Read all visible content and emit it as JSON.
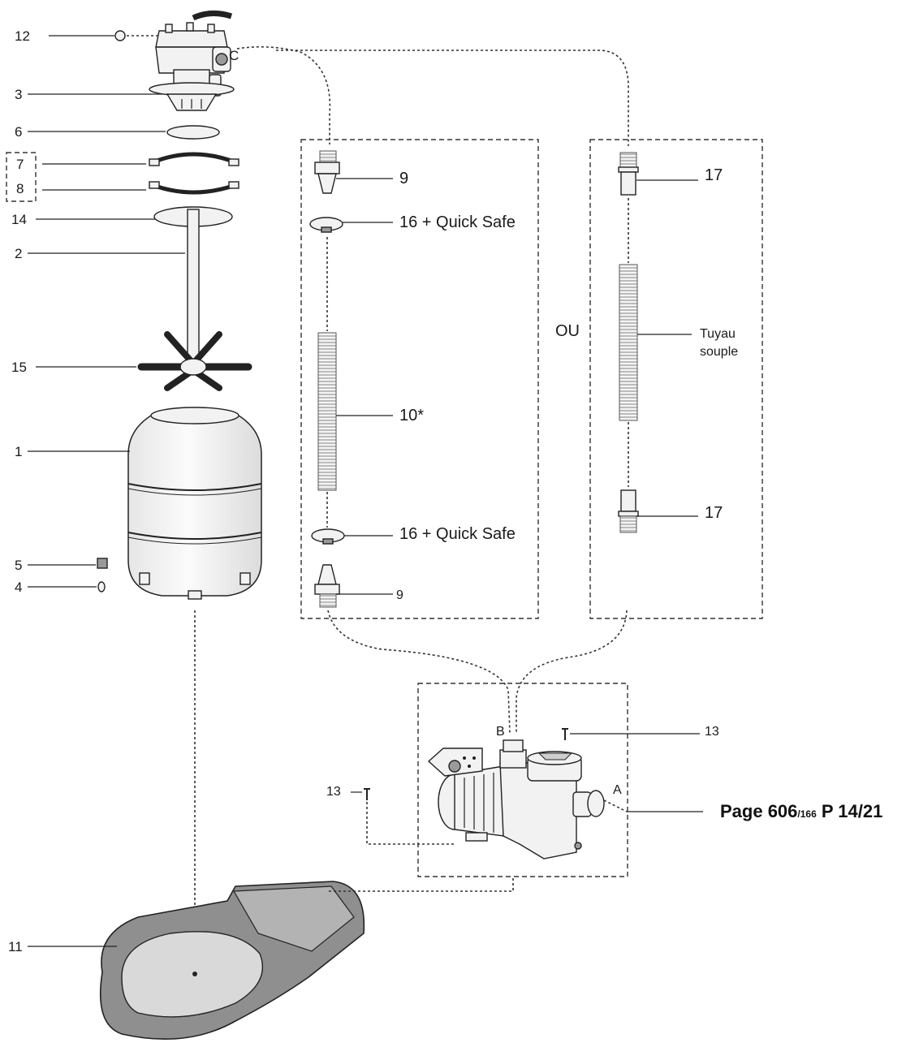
{
  "labels": {
    "l12": "12",
    "lC": "C",
    "l3": "3",
    "l6": "6",
    "l7": "7",
    "l8": "8",
    "l14": "14",
    "l2": "2",
    "l15": "15",
    "l1": "1",
    "l5": "5",
    "l4": "4",
    "l11": "11",
    "l9a": "9",
    "l16a": "16 + Quick Safe",
    "l10": "10*",
    "l16b": "16 + Quick Safe",
    "l9b": "9",
    "lOU": "OU",
    "l17a": "17",
    "ltuyau1": "Tuyau",
    "ltuyau2": "souple",
    "l17b": "17",
    "lB": "B",
    "l13a": "13",
    "l13b": "13",
    "lA": "A"
  },
  "page_ref": {
    "main": "Page 606",
    "small": "/166",
    "tail": " P 14/21"
  },
  "colors": {
    "ink": "#1a1a1a",
    "part_fill": "#f2f2f2",
    "base_fill": "#8f8f8f"
  }
}
